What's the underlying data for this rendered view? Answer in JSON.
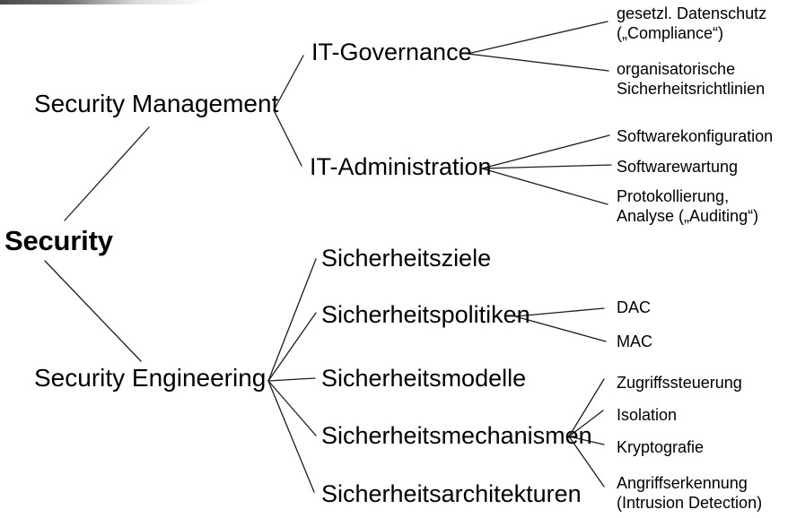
{
  "colors": {
    "text": "#000000",
    "line": "#1c1c1c",
    "background": "#ffffff"
  },
  "tree": {
    "root": {
      "label": "Security"
    },
    "branches": [
      {
        "label": "Security Management",
        "children": [
          {
            "label": "IT-Governance",
            "children": [
              {
                "label": "gesetzl. Datenschutz\n(„Compliance“)"
              },
              {
                "label": "organisatorische\nSicherheitsrichtlinien"
              }
            ]
          },
          {
            "label": "IT-Administration",
            "children": [
              {
                "label": "Softwarekonfiguration"
              },
              {
                "label": "Softwarewartung"
              },
              {
                "label": "Protokollierung,\nAnalyse („Auditing“)"
              }
            ]
          }
        ]
      },
      {
        "label": "Security Engineering",
        "children": [
          {
            "label": "Sicherheitsziele",
            "children": []
          },
          {
            "label": "Sicherheitspolitiken",
            "children": [
              {
                "label": "DAC"
              },
              {
                "label": "MAC"
              }
            ]
          },
          {
            "label": "Sicherheitsmodelle",
            "children": []
          },
          {
            "label": "Sicherheitsmechanismen",
            "children": [
              {
                "label": "Zugriffssteuerung"
              },
              {
                "label": "Isolation"
              },
              {
                "label": "Kryptografie"
              },
              {
                "label": "Angriffserkennung\n(Intrusion Detection)"
              }
            ]
          },
          {
            "label": "Sicherheitsarchitekturen",
            "children": []
          }
        ]
      }
    ]
  }
}
